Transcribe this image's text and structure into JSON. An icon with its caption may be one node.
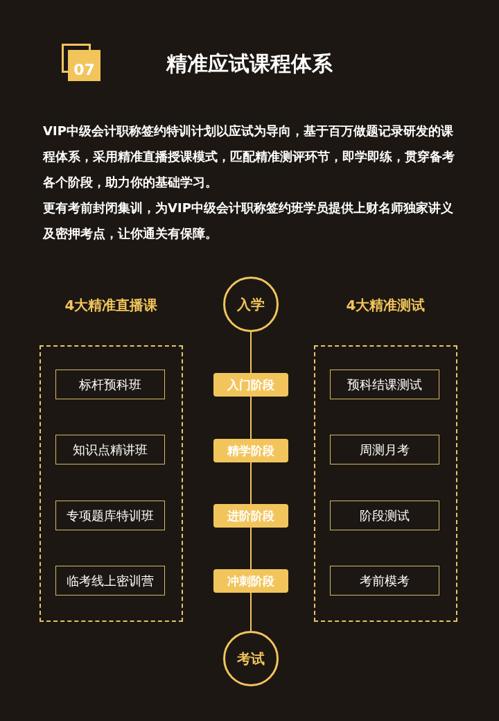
{
  "diagram": {
    "title": "精准应试课程体系",
    "nodes": [
      {
        "text": [
          "07"
        ]
      },
      {
        "text": [
          "入学"
        ]
      },
      {
        "text": [
          "入门阶段"
        ]
      },
      {
        "text": [
          "精学阶段"
        ]
      },
      {
        "text": [
          "进阶阶段"
        ]
      },
      {
        "text": [
          "冲刺阶段"
        ]
      },
      {
        "text": [
          "考试"
        ]
      },
      {
        "text": [
          "4大精准直播课"
        ]
      },
      {
        "text": [
          "标杆预科班"
        ],
        "in": 7
      },
      {
        "text": [
          "知识点精讲班"
        ],
        "in": 7
      },
      {
        "text": [
          "专项题库特训班"
        ],
        "in": 7
      },
      {
        "text": [
          "临考线上密训营"
        ],
        "in": 7
      },
      {
        "text": [
          "4大精准测试"
        ]
      },
      {
        "text": [
          "预科结课测试"
        ],
        "in": 12
      },
      {
        "text": [
          "周测月考"
        ],
        "in": 12
      },
      {
        "text": [
          "阶段测试"
        ],
        "in": 12
      },
      {
        "text": [
          "考前模考"
        ],
        "in": 12
      }
    ],
    "edges": [
      {
        "from": 1,
        "to": 2,
        "arrow": "none"
      },
      {
        "from": 2,
        "to": 3,
        "arrow": "none"
      },
      {
        "from": 3,
        "to": 4,
        "arrow": "none"
      },
      {
        "from": 4,
        "to": 5,
        "arrow": "none"
      },
      {
        "from": 5,
        "to": 6,
        "arrow": "none"
      }
    ],
    "labels": [
      "VIP中级会计职称签约特训计划以应试为导向，基于百万做题记录研发的课程体系，采用精准直播授课模式，匹配精准测评环节，即学即练，贯穿备考各个阶段，助力你的基础学习。",
      "更有考前封闭集训，为VIP中级会计职称签约班学员提供上财名师独家讲义及密押考点，让你通关有保障。"
    ]
  }
}
